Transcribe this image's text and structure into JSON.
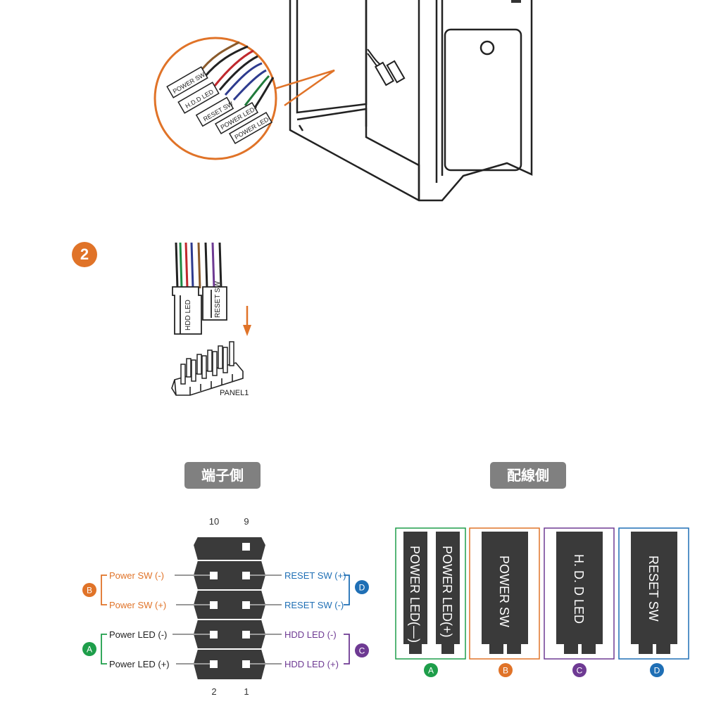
{
  "case_illustration": {
    "cable_labels": [
      "POWER SW",
      "H.D.D LED",
      "RESET SW",
      "POWER LED+",
      "POWER LED-"
    ]
  },
  "step2": {
    "step_number": "2",
    "plug_labels": [
      "HDD LED",
      "RESET SW"
    ],
    "header_label": "PANEL1"
  },
  "headers": {
    "pin_side": "端子側",
    "wire_side": "配線側"
  },
  "pin_diagram": {
    "top_numbers": [
      "10",
      "9"
    ],
    "bottom_numbers": [
      "2",
      "1"
    ],
    "left_pins": [
      "Power SW (-)",
      "Power SW (+)",
      "Power LED (-)",
      "Power LED (+)"
    ],
    "right_pins": [
      "RESET SW (+)",
      "RESET SW (-)",
      "HDD LED (-)",
      "HDD LED (+)"
    ],
    "group_letters": [
      "A",
      "B",
      "C",
      "D"
    ]
  },
  "wire_side": {
    "connectors": [
      {
        "letter": "A",
        "labels": [
          "POWER LED(—)",
          "POWER LED(+)"
        ]
      },
      {
        "letter": "B",
        "labels": [
          "POWER SW"
        ]
      },
      {
        "letter": "C",
        "labels": [
          "H. D. D LED"
        ]
      },
      {
        "letter": "D",
        "labels": [
          "RESET SW"
        ]
      }
    ]
  },
  "colors": {
    "orange": "#e07328",
    "green": "#1e9e4a",
    "purple": "#6e3a93",
    "blue": "#1f6fb5",
    "header_gray": "#808080",
    "connector_dark": "#3a3a3a"
  }
}
